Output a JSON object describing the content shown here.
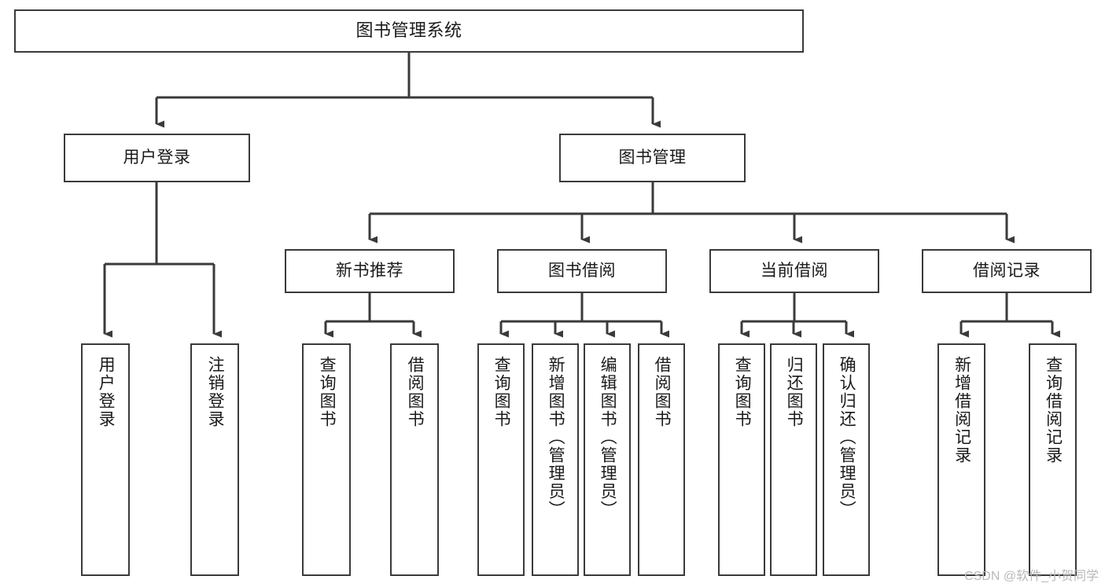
{
  "diagram": {
    "title": "图书管理系统",
    "type": "tree-hierarchy",
    "watermark": "CSDN @软件_小贺同学",
    "colors": {
      "background": "#ffffff",
      "box_border": "#3a3a3a",
      "edge": "#3a3a3a",
      "text": "#1a1a1a",
      "watermark": "#b9b9b9"
    },
    "nodes": {
      "root": {
        "label": "图书管理系统"
      },
      "level2": [
        {
          "id": "user-login",
          "label": "用户登录"
        },
        {
          "id": "book-manage",
          "label": "图书管理"
        }
      ],
      "level3": [
        {
          "id": "new-book-recommend",
          "label": "新书推荐"
        },
        {
          "id": "book-borrow",
          "label": "图书借阅"
        },
        {
          "id": "current-borrow",
          "label": "当前借阅"
        },
        {
          "id": "borrow-record",
          "label": "借阅记录"
        }
      ],
      "leaves": {
        "user-login": [
          {
            "id": "leaf-user-login",
            "label": "用户登录"
          },
          {
            "id": "leaf-user-logout",
            "label": "注销登录"
          }
        ],
        "new-book-recommend": [
          {
            "id": "leaf-query-book-1",
            "label": "查询图书"
          },
          {
            "id": "leaf-borrow-book-1",
            "label": "借阅图书"
          }
        ],
        "book-borrow": [
          {
            "id": "leaf-query-book-2",
            "label": "查询图书"
          },
          {
            "id": "leaf-add-book",
            "label": "新增图书（管理员）"
          },
          {
            "id": "leaf-edit-book",
            "label": "编辑图书（管理员）"
          },
          {
            "id": "leaf-borrow-book-2",
            "label": "借阅图书"
          }
        ],
        "current-borrow": [
          {
            "id": "leaf-query-book-3",
            "label": "查询图书"
          },
          {
            "id": "leaf-return-book",
            "label": "归还图书"
          },
          {
            "id": "leaf-confirm-return",
            "label": "确认归还（管理员）"
          }
        ],
        "borrow-record": [
          {
            "id": "leaf-add-record",
            "label": "新增借阅记录"
          },
          {
            "id": "leaf-query-record",
            "label": "查询借阅记录"
          }
        ]
      }
    }
  }
}
